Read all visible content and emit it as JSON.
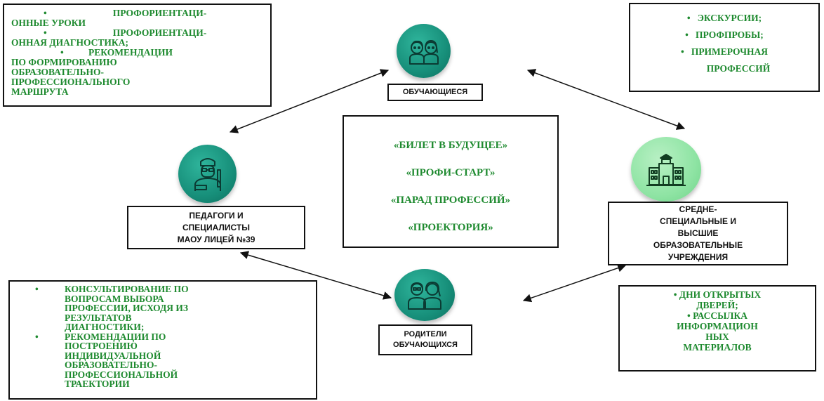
{
  "colors": {
    "text_green": "#1e8a2f",
    "teal": "#178f7a",
    "light_green": "#8fe4a4",
    "border": "#111111"
  },
  "nodes": {
    "students": {
      "label": "ОБУЧАЮЩИЕСЯ",
      "icon": "students-icon"
    },
    "teachers": {
      "label_lines": [
        "ПЕДАГОГИ И",
        "СПЕЦИАЛИСТЫ",
        "МАОУ ЛИЦЕЙ №39"
      ],
      "icon": "teacher-icon"
    },
    "institutions": {
      "label_lines": [
        "СРЕДНЕ-",
        "СПЕЦИАЛЬНЫЕ И",
        "ВЫСШИЕ",
        "ОБРАЗОВАТЕЛЬНЫЕ",
        "УЧРЕЖДЕНИЯ"
      ],
      "icon": "university-building-icon"
    },
    "parents": {
      "label_lines": [
        "РОДИТЕЛИ",
        "ОБУЧАЮЩИХСЯ"
      ],
      "icon": "parents-icon"
    }
  },
  "boxes": {
    "top_left": {
      "items": [
        [
          "ПРОФОРИЕНТАЦИ-",
          "ОННЫЕ УРОКИ"
        ],
        [
          "ПРОФОРИЕНТАЦИ-",
          "ОННАЯ ДИАГНОСТИКА;"
        ],
        [
          "РЕКОМЕНДАЦИИ",
          "ПО ФОРМИРОВАНИЮ",
          "ОБРАЗОВАТЕЛЬНО-",
          "ПРОФЕССИОНАЛЬНОГО",
          "МАРШРУТА"
        ]
      ]
    },
    "top_right": {
      "items": [
        [
          "ЭКСКУРСИИ;"
        ],
        [
          "ПРОФПРОБЫ;"
        ],
        [
          "ПРИМЕРОЧНАЯ",
          "ПРОФЕССИЙ"
        ]
      ]
    },
    "center": {
      "items": [
        "«БИЛЕТ В БУДУЩЕЕ»",
        "«ПРОФИ-СТАРТ»",
        "«ПАРАД ПРОФЕССИЙ»",
        "«ПРОЕКТОРИЯ»"
      ]
    },
    "bottom_left": {
      "items": [
        [
          "КОНСУЛЬТИРОВАНИЕ ПО",
          "ВОПРОСАМ ВЫБОРА",
          "ПРОФЕССИИ, ИСХОДЯ ИЗ",
          "РЕЗУЛЬТАТОВ",
          "ДИАГНОСТИКИ;"
        ],
        [
          "РЕКОМЕНДАЦИИ ПО",
          "ПОСТРОЕНИЮ",
          "ИНДИВИДУАЛЬНОЙ",
          "ОБРАЗОВАТЕЛЬНО-",
          "ПРОФЕССИОНАЛЬНОЙ",
          "ТРАЕКТОРИИ"
        ]
      ]
    },
    "bottom_right": {
      "items": [
        [
          "• ДНИ ОТКРЫТЫХ",
          "ДВЕРЕЙ;"
        ],
        [
          "• РАССЫЛКА",
          "ИНФОРМАЦИОН",
          "НЫХ",
          "МАТЕРИАЛОВ"
        ]
      ]
    }
  },
  "bullet": "•"
}
